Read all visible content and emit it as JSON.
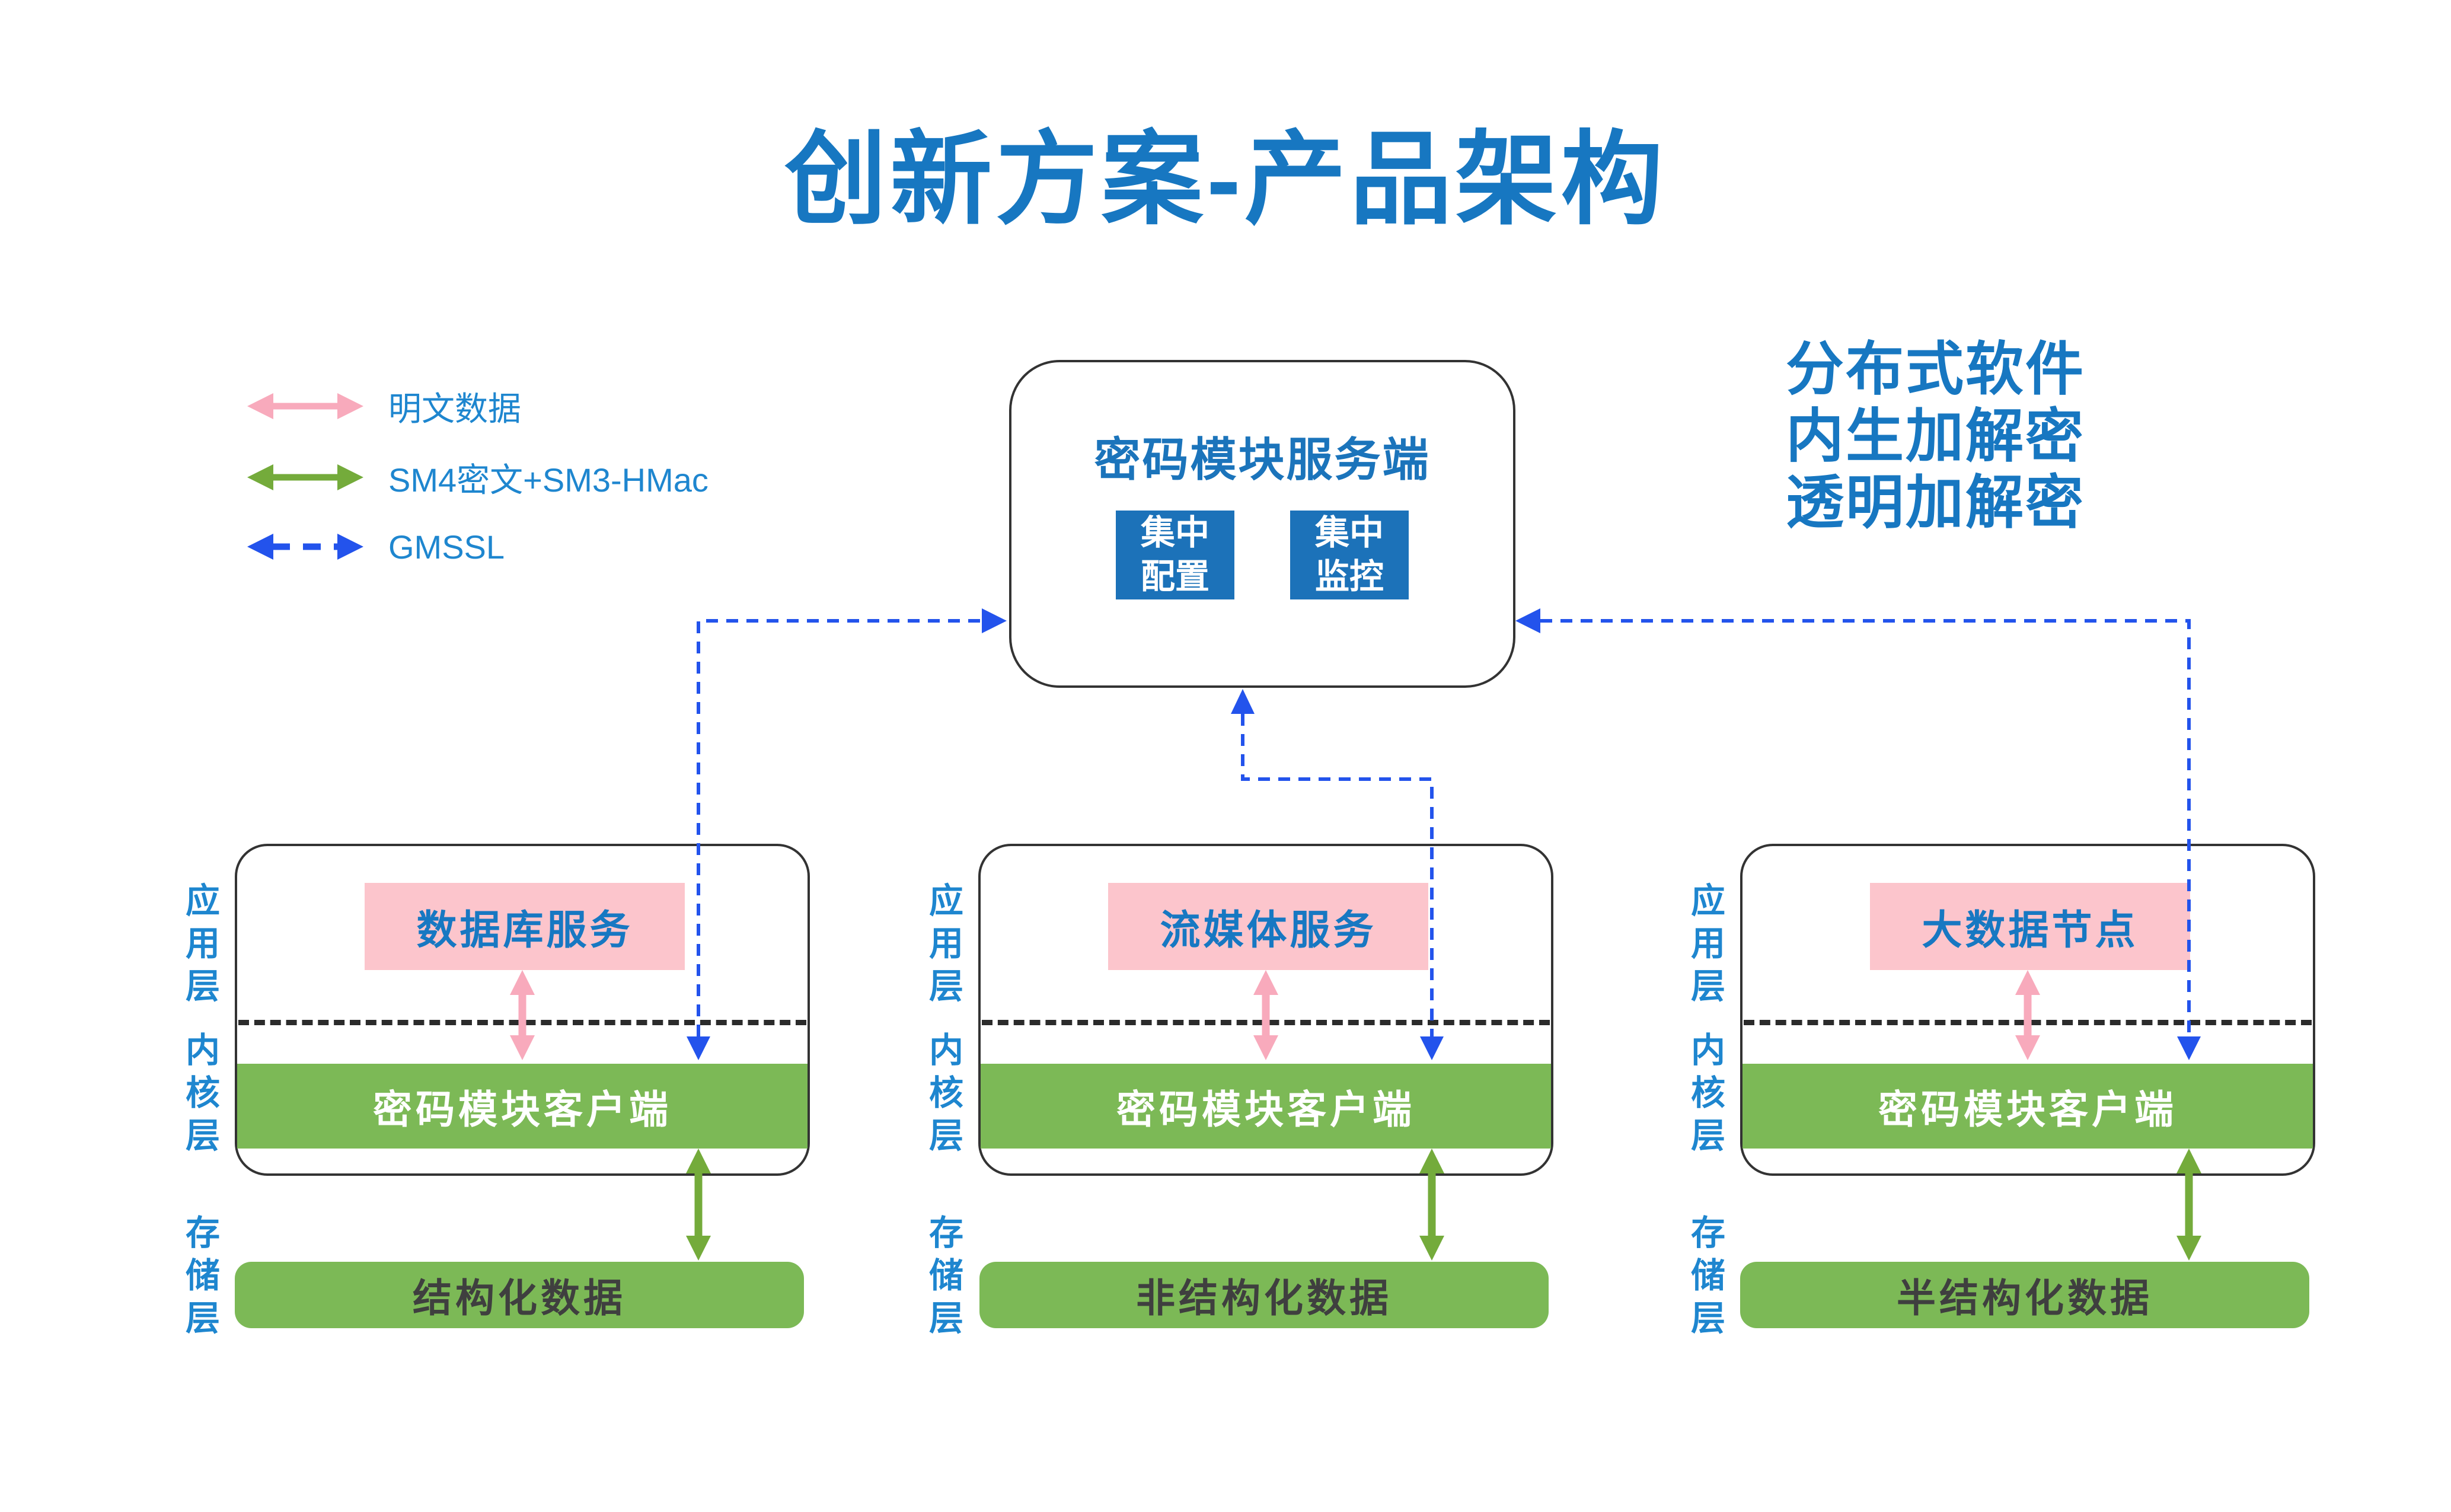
{
  "title": "创新方案-产品架构",
  "legend": {
    "items": [
      {
        "label": "明文数据",
        "arrow": "pink-solid-double-arrow"
      },
      {
        "label": "SM4密文+SM3-HMac",
        "arrow": "green-solid-double-arrow"
      },
      {
        "label": "GMSSL",
        "arrow": "blue-dashed-double-arrow"
      }
    ]
  },
  "server_box": {
    "title": "密码模块服务端",
    "modules": [
      {
        "label": "集中\n配置"
      },
      {
        "label": "集中\n监控"
      }
    ]
  },
  "highlights": {
    "lines": [
      "分布式软件",
      "内生加解密",
      "透明加解密"
    ]
  },
  "layer_labels": [
    "应用层",
    "内核层",
    "存储层"
  ],
  "groups": [
    {
      "app_service": "数据库服务",
      "crypto_client": "密码模块客户端",
      "storage": "结构化数据"
    },
    {
      "app_service": "流媒体服务",
      "crypto_client": "密码模块客户端",
      "storage": "非结构化数据"
    },
    {
      "app_service": "大数据节点",
      "crypto_client": "密码模块客户端",
      "storage": "半结构化数据"
    }
  ],
  "colors": {
    "title_blue": "#1777c1",
    "label_blue": "#1e86cf",
    "module_fill_blue": "#1c72b9",
    "pink_fill": "#fcc5cc",
    "pink_arrow": "#f8aabc",
    "green_fill": "#7cb956",
    "green_arrow": "#74ab3b",
    "gmssl_dashed_blue": "#2353ec",
    "outline_dark": "#333333",
    "storage_text": "#3f3f3f"
  }
}
